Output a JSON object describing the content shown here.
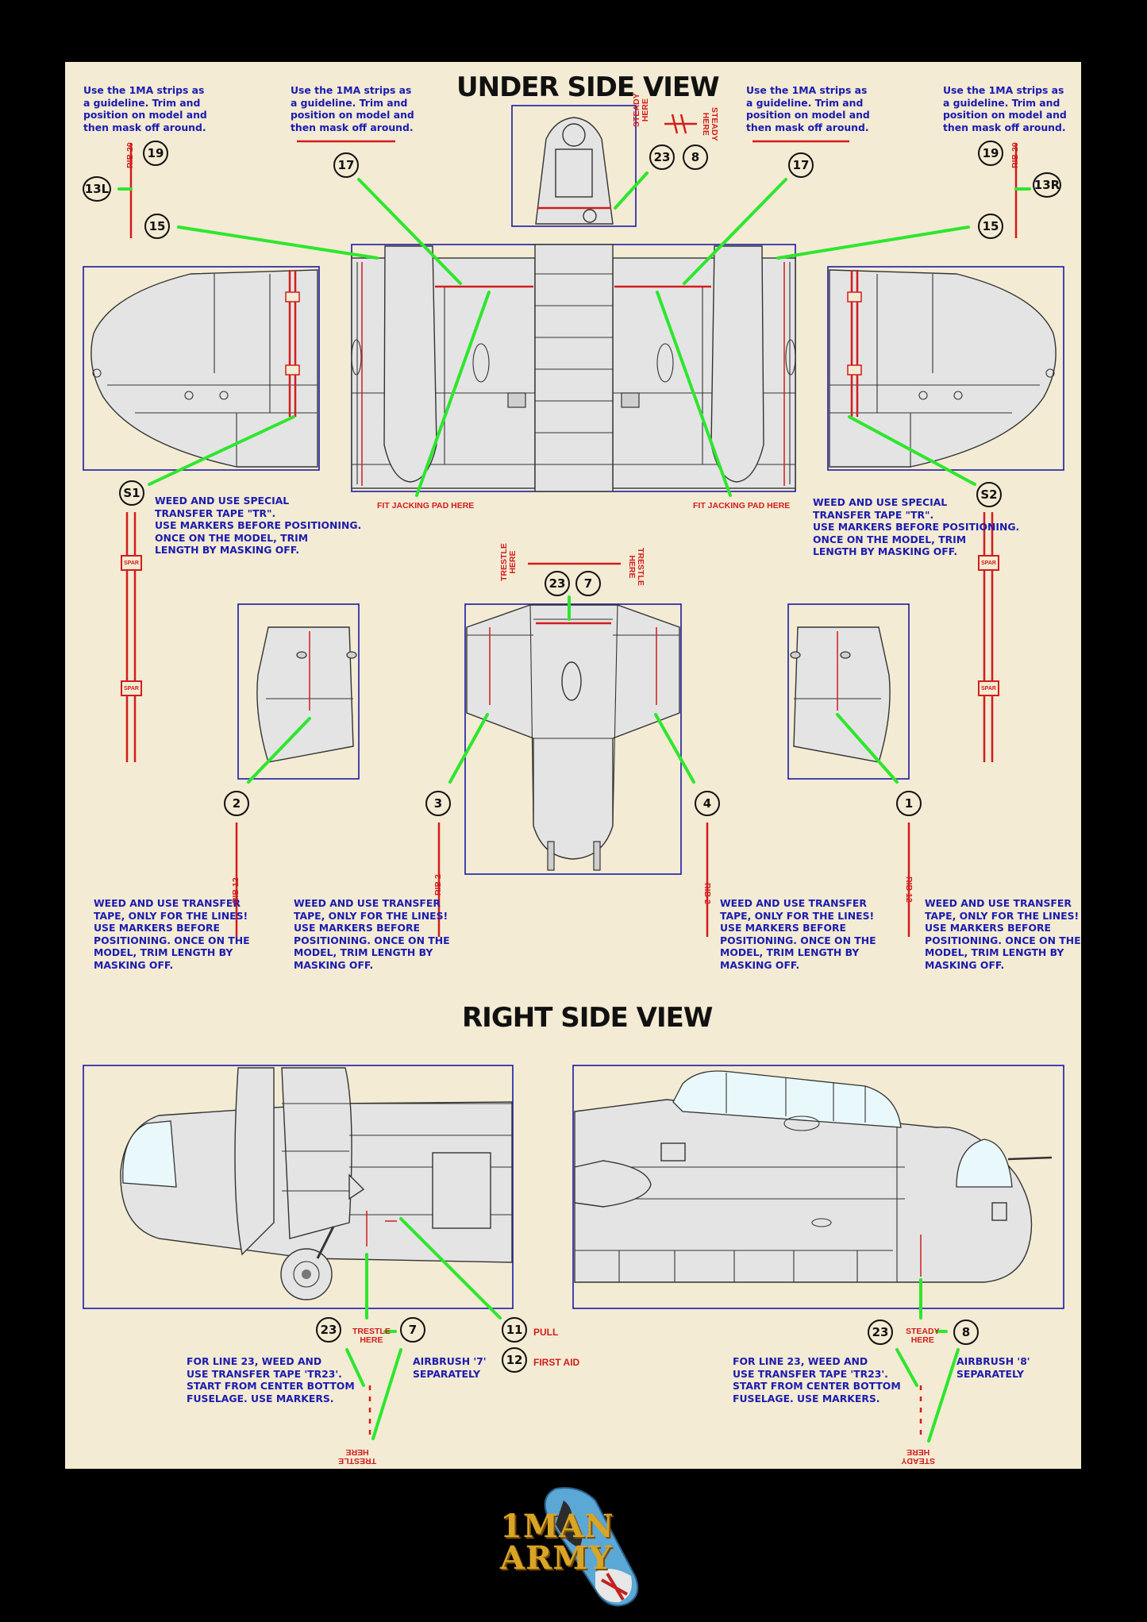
{
  "titles": {
    "under": "UNDER SIDE VIEW",
    "right": "RIGHT SIDE VIEW"
  },
  "notes": {
    "strip_guide": "Use the 1MA strips as\na guideline. Trim and\nposition on model and\nthen mask off around.",
    "special_tape": "WEED AND USE SPECIAL\nTRANSFER TAPE \"TR\".\nUSE MARKERS BEFORE POSITIONING.\nONCE ON THE MODEL, TRIM\nLENGTH BY MASKING OFF.",
    "lines_tape": "WEED AND USE TRANSFER\nTAPE, ONLY FOR THE LINES!\nUSE MARKERS BEFORE\nPOSITIONING. ONCE ON THE\nMODEL, TRIM LENGTH BY\nMASKING OFF.",
    "line23": "FOR LINE 23, WEED AND\nUSE TRANSFER TAPE 'TR23'.\nSTART FROM CENTER BOTTOM\nFUSELAGE. USE MARKERS.",
    "airbrush7": "AIRBRUSH '7'\nSEPARATELY",
    "airbrush8": "AIRBRUSH '8'\nSEPARATELY"
  },
  "red_labels": {
    "jacking_pad": "FIT JACKING PAD HERE",
    "steady_here": "STEADY\nHERE",
    "trestle_here": "TRESTLE\nHERE",
    "pull": "PULL",
    "first_aid": "FIRST AID",
    "rib20": "RIB 20",
    "rib12": "RIB 12",
    "rib2": "RIB 2",
    "spar": "SPAR"
  },
  "callouts": {
    "c1": "1",
    "c2": "2",
    "c3": "3",
    "c4": "4",
    "c7": "7",
    "c8": "8",
    "c11": "11",
    "c12": "12",
    "c13l": "13L",
    "c13r": "13R",
    "c15": "15",
    "c17": "17",
    "c19": "19",
    "c23": "23",
    "s1": "S1",
    "s2": "S2"
  },
  "logo": {
    "line1": "1MAN",
    "line2": "ARMY"
  },
  "colors": {
    "sheet": "#f3ebd3",
    "leader": "#2ee62e",
    "frame": "#1a1aa8",
    "red": "#d21d1d",
    "note": "#1b1bb0"
  }
}
